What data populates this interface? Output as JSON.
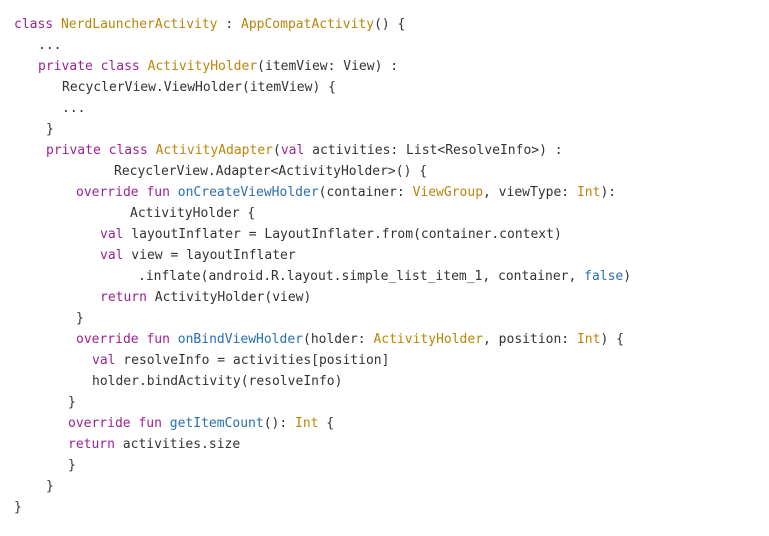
{
  "colors": {
    "background": "#ffffff",
    "text": "#333333",
    "keyword": "#9b2393",
    "type": "#b8860b",
    "function": "#2a6fb0",
    "literal": "#2a6fb0"
  },
  "code": {
    "language": "kotlin",
    "lines": [
      {
        "segments": [
          {
            "t": "class",
            "k": "kw"
          },
          {
            "t": " ",
            "k": "plain"
          },
          {
            "t": "NerdLauncherActivity",
            "k": "type"
          },
          {
            "t": " : ",
            "k": "plain"
          },
          {
            "t": "AppCompatActivity",
            "k": "type"
          },
          {
            "t": "() {",
            "k": "plain"
          }
        ]
      },
      {
        "segments": [
          {
            "t": "...",
            "k": "plain"
          }
        ]
      },
      {
        "segments": [
          {
            "t": "private",
            "k": "kw"
          },
          {
            "t": " ",
            "k": "plain"
          },
          {
            "t": "class",
            "k": "kw"
          },
          {
            "t": " ",
            "k": "plain"
          },
          {
            "t": "ActivityHolder",
            "k": "type"
          },
          {
            "t": "(itemView: View) :",
            "k": "plain"
          }
        ]
      },
      {
        "segments": [
          {
            "t": "RecyclerView.ViewHolder(itemView) {",
            "k": "plain"
          }
        ]
      },
      {
        "segments": [
          {
            "t": "...",
            "k": "plain"
          }
        ]
      },
      {
        "segments": [
          {
            "t": "}",
            "k": "plain"
          }
        ]
      },
      {
        "segments": [
          {
            "t": "private",
            "k": "kw"
          },
          {
            "t": " ",
            "k": "plain"
          },
          {
            "t": "class",
            "k": "kw"
          },
          {
            "t": " ",
            "k": "plain"
          },
          {
            "t": "ActivityAdapter",
            "k": "type"
          },
          {
            "t": "(",
            "k": "plain"
          },
          {
            "t": "val",
            "k": "kw"
          },
          {
            "t": " activities: List<ResolveInfo>) :",
            "k": "plain"
          }
        ]
      },
      {
        "segments": [
          {
            "t": "RecyclerView.Adapter<ActivityHolder>() {",
            "k": "plain"
          }
        ]
      },
      {
        "segments": [
          {
            "t": "override",
            "k": "kw"
          },
          {
            "t": " ",
            "k": "plain"
          },
          {
            "t": "fun",
            "k": "kw"
          },
          {
            "t": " ",
            "k": "plain"
          },
          {
            "t": "onCreateViewHolder",
            "k": "fn"
          },
          {
            "t": "(container: ",
            "k": "plain"
          },
          {
            "t": "ViewGroup",
            "k": "type"
          },
          {
            "t": ", viewType: ",
            "k": "plain"
          },
          {
            "t": "Int",
            "k": "type"
          },
          {
            "t": "):",
            "k": "plain"
          }
        ]
      },
      {
        "segments": [
          {
            "t": "ActivityHolder {",
            "k": "plain"
          }
        ]
      },
      {
        "segments": [
          {
            "t": "val",
            "k": "kw"
          },
          {
            "t": " layoutInflater = LayoutInflater.from(container.context)",
            "k": "plain"
          }
        ]
      },
      {
        "segments": [
          {
            "t": "val",
            "k": "kw"
          },
          {
            "t": " view = layoutInflater",
            "k": "plain"
          }
        ]
      },
      {
        "segments": [
          {
            "t": ".inflate(android.R.layout.simple_list_item_1, container, ",
            "k": "plain"
          },
          {
            "t": "false",
            "k": "lit"
          },
          {
            "t": ")",
            "k": "plain"
          }
        ]
      },
      {
        "segments": [
          {
            "t": "return",
            "k": "kw"
          },
          {
            "t": " ActivityHolder(view)",
            "k": "plain"
          }
        ]
      },
      {
        "segments": [
          {
            "t": "}",
            "k": "plain"
          }
        ]
      },
      {
        "segments": [
          {
            "t": "override",
            "k": "kw"
          },
          {
            "t": " ",
            "k": "plain"
          },
          {
            "t": "fun",
            "k": "kw"
          },
          {
            "t": " ",
            "k": "plain"
          },
          {
            "t": "onBindViewHolder",
            "k": "fn"
          },
          {
            "t": "(holder: ",
            "k": "plain"
          },
          {
            "t": "ActivityHolder",
            "k": "type"
          },
          {
            "t": ", position: ",
            "k": "plain"
          },
          {
            "t": "Int",
            "k": "type"
          },
          {
            "t": ") {",
            "k": "plain"
          }
        ]
      },
      {
        "segments": [
          {
            "t": "val",
            "k": "kw"
          },
          {
            "t": " resolveInfo = activities[position]",
            "k": "plain"
          }
        ]
      },
      {
        "segments": [
          {
            "t": "holder.bindActivity(resolveInfo)",
            "k": "plain"
          }
        ]
      },
      {
        "segments": [
          {
            "t": "}",
            "k": "plain"
          }
        ]
      },
      {
        "segments": [
          {
            "t": "override",
            "k": "kw"
          },
          {
            "t": " ",
            "k": "plain"
          },
          {
            "t": "fun",
            "k": "kw"
          },
          {
            "t": " ",
            "k": "plain"
          },
          {
            "t": "getItemCount",
            "k": "fn"
          },
          {
            "t": "(): ",
            "k": "plain"
          },
          {
            "t": "Int",
            "k": "type"
          },
          {
            "t": " {",
            "k": "plain"
          }
        ]
      },
      {
        "segments": [
          {
            "t": "return",
            "k": "kw"
          },
          {
            "t": " activities.size",
            "k": "plain"
          }
        ]
      },
      {
        "segments": [
          {
            "t": "}",
            "k": "plain"
          }
        ]
      },
      {
        "segments": [
          {
            "t": "}",
            "k": "plain"
          }
        ]
      },
      {
        "segments": [
          {
            "t": "}",
            "k": "plain"
          }
        ]
      }
    ]
  }
}
